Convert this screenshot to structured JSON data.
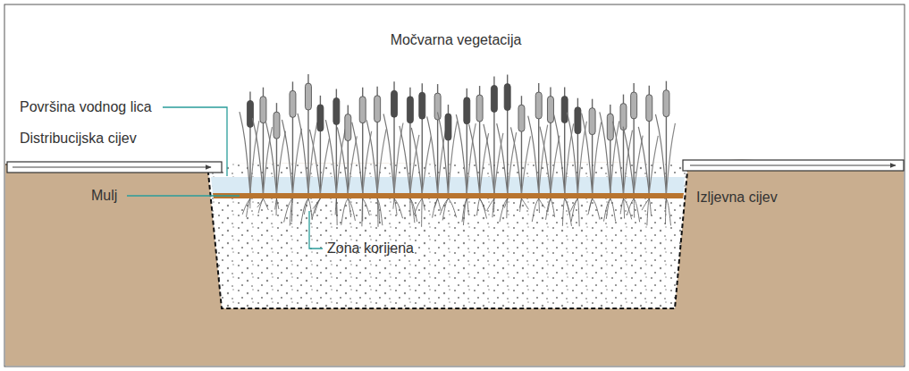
{
  "diagram": {
    "labels": [
      "Močvarna vegetacija",
      "Površina vodnog lica",
      "Distribucijska cijev",
      "Mulj",
      "Zona korijena",
      "Izljevna cijev"
    ]
  }
}
